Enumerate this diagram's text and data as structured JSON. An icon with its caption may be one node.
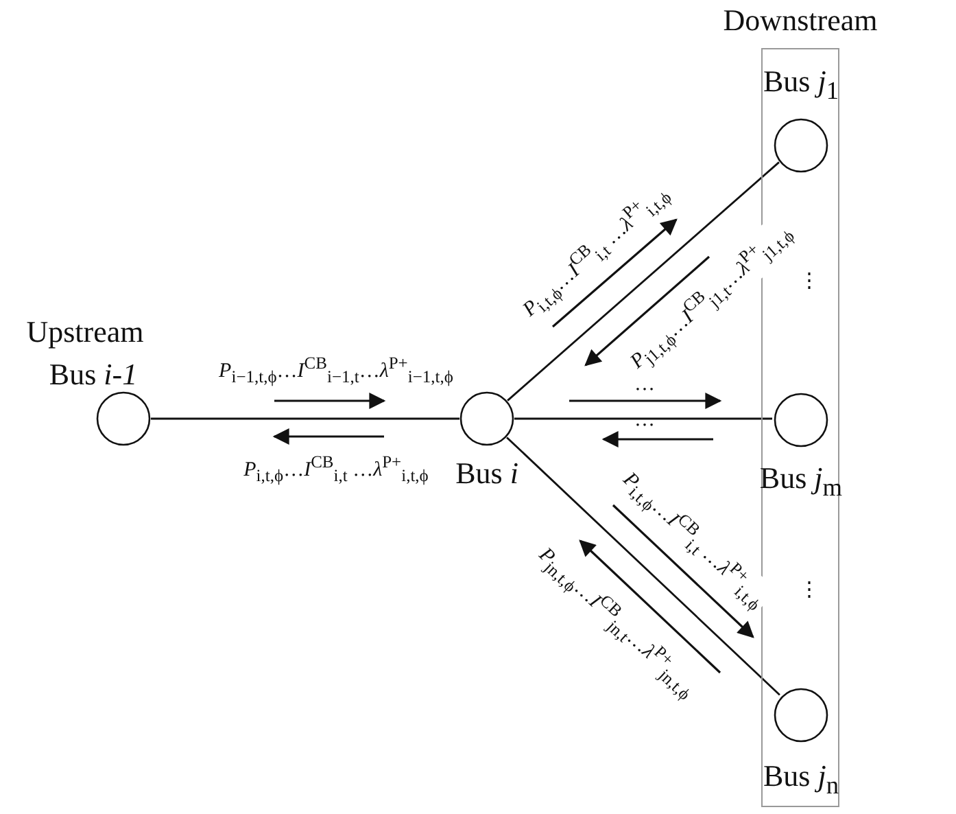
{
  "diagram": {
    "nodes": [
      {
        "text": [
          "Downstream"
        ]
      },
      {
        "text": [
          "Upstream",
          "Bus *i-1*"
        ]
      },
      {
        "text": [
          "Bus *i*"
        ]
      },
      {
        "text": [
          "Bus *j*$_{1}$"
        ],
        "in": 0
      },
      {
        "text": [
          "Bus *j*$_{m}$"
        ],
        "in": 0
      },
      {
        "text": [
          "Bus *j*$_{n}$"
        ],
        "in": 0
      }
    ],
    "edges": [
      {
        "from": 1,
        "to": 2,
        "arrow": "none"
      },
      {
        "from": 2,
        "to": 3,
        "arrow": "none"
      },
      {
        "from": 2,
        "to": 4,
        "arrow": "none"
      },
      {
        "from": 2,
        "to": 5,
        "arrow": "none"
      }
    ],
    "labels": [
      "*P*$_{i−1,t,ϕ}$…*I*$^{CB}$$_{i−1,t}$…*λ*$^{P+}$$_{i−1,t,ϕ}$",
      "*P*$_{i,t,ϕ}$…*I*$^{CB}$$_{i,t}$ …*λ*$^{P+}$$_{i,t,ϕ}$",
      "*P*$_{i,t,ϕ}$…*I*$^{CB}$$_{i,t}$ …*λ*$^{P+}$$_{i,t,ϕ}$",
      "*P*$_{j1,t,ϕ}$…*I*$^{CB}$$_{j1,t}$…*λ*$^{P+}$$_{j1,t,ϕ}$",
      "⋮",
      "…",
      "…",
      "*P*$_{i,t,ϕ}$…*I*$^{CB}$$_{i,t}$ …*λ*$^{P+}$$_{i,t,ϕ}$",
      "⋮",
      "*P*$_{jn,t,ϕ}$…*I*$^{CB}$$_{jn,t}$…*λ*$^{P+}$$_{jn,t,ϕ}$"
    ]
  }
}
